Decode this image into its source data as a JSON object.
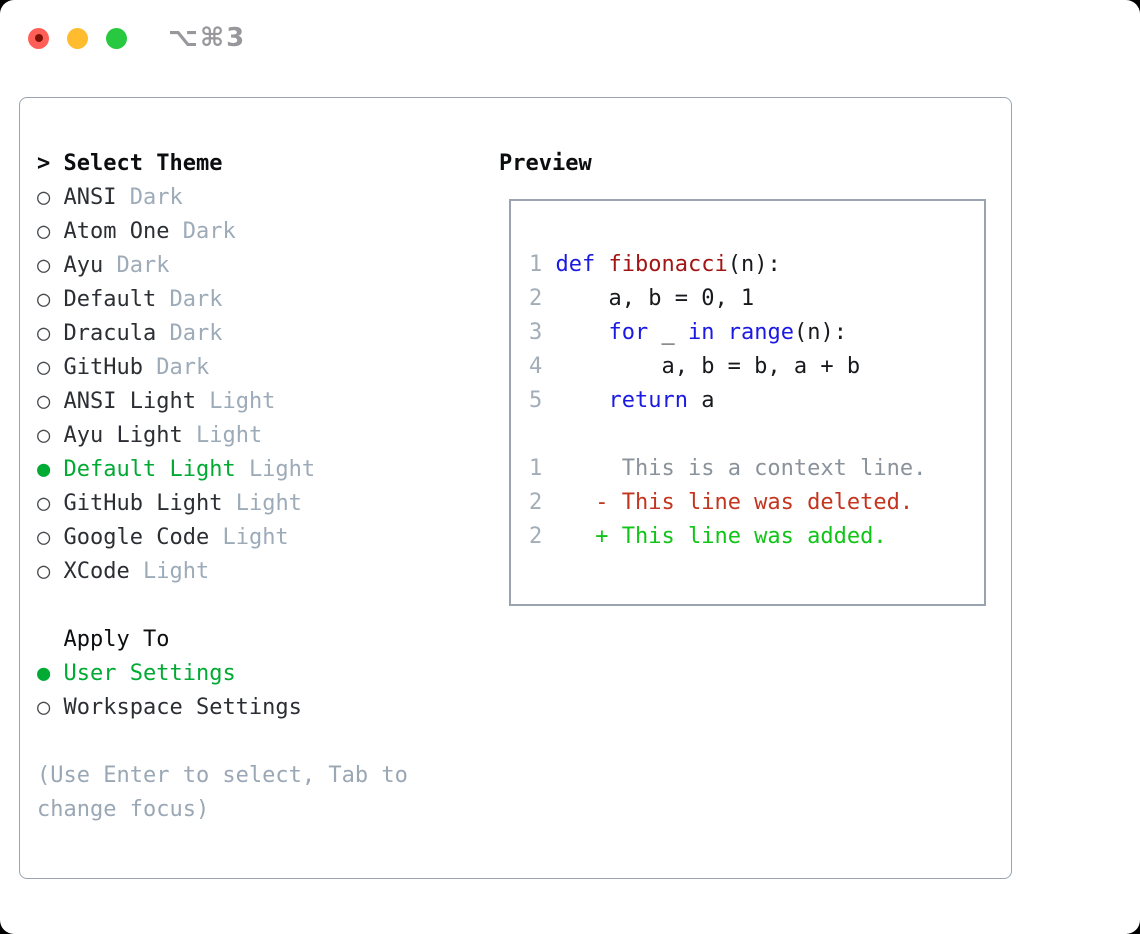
{
  "titlebar": {
    "title": "⌥⌘3"
  },
  "colors": {
    "accent_green": "#00aa33",
    "added_green": "#10c517",
    "deleted_red": "#c4351f",
    "keyword_blue": "#1b1ae3",
    "function_red": "#a31515",
    "plain_code": "#17191c",
    "gutter_gray": "#a2adb8",
    "context_gray": "#8a939b",
    "tag_gray": "#9dabb9",
    "hint_gray": "#9aa7b5",
    "name_dark": "#2b2e33",
    "marker_gray": "#45494e",
    "header_black": "#0b0d0f",
    "border_gray": "#9aa4b0",
    "titlebar_gray": "#97979c",
    "traffic_red": "#ff5f57",
    "traffic_yellow": "#febc2e",
    "traffic_green": "#28c840"
  },
  "picker": {
    "prompt": ">",
    "header": "Select Theme",
    "items": [
      {
        "marker": "○",
        "name": "ANSI",
        "tag": "Dark",
        "selected": false
      },
      {
        "marker": "○",
        "name": "Atom One",
        "tag": "Dark",
        "selected": false
      },
      {
        "marker": "○",
        "name": "Ayu",
        "tag": "Dark",
        "selected": false
      },
      {
        "marker": "○",
        "name": "Default",
        "tag": "Dark",
        "selected": false
      },
      {
        "marker": "○",
        "name": "Dracula",
        "tag": "Dark",
        "selected": false
      },
      {
        "marker": "○",
        "name": "GitHub",
        "tag": "Dark",
        "selected": false
      },
      {
        "marker": "○",
        "name": "ANSI Light",
        "tag": "Light",
        "selected": false
      },
      {
        "marker": "○",
        "name": "Ayu Light",
        "tag": "Light",
        "selected": false
      },
      {
        "marker": "●",
        "name": "Default Light",
        "tag": "Light",
        "selected": true
      },
      {
        "marker": "○",
        "name": "GitHub Light",
        "tag": "Light",
        "selected": false
      },
      {
        "marker": "○",
        "name": "Google Code",
        "tag": "Light",
        "selected": false
      },
      {
        "marker": "○",
        "name": "XCode",
        "tag": "Light",
        "selected": false
      }
    ],
    "apply_to": {
      "header": "Apply To",
      "options": [
        {
          "marker": "●",
          "name": "User Settings",
          "selected": true
        },
        {
          "marker": "○",
          "name": "Workspace Settings",
          "selected": false
        }
      ]
    },
    "hint_lines": [
      "(Use Enter to select, Tab to",
      "change focus)"
    ]
  },
  "preview": {
    "label": "Preview",
    "code_lines": [
      {
        "num": "1",
        "segments": [
          {
            "t": "def",
            "c": "keyword"
          },
          {
            "t": " ",
            "c": "plain"
          },
          {
            "t": "fibonacci",
            "c": "function"
          },
          {
            "t": "(n):",
            "c": "plain"
          }
        ]
      },
      {
        "num": "2",
        "segments": [
          {
            "t": "    a, b = 0, 1",
            "c": "plain"
          }
        ]
      },
      {
        "num": "3",
        "segments": [
          {
            "t": "    ",
            "c": "plain"
          },
          {
            "t": "for",
            "c": "keyword"
          },
          {
            "t": " _ ",
            "c": "plain"
          },
          {
            "t": "in",
            "c": "keyword"
          },
          {
            "t": " ",
            "c": "plain"
          },
          {
            "t": "range",
            "c": "keyword"
          },
          {
            "t": "(n):",
            "c": "plain"
          }
        ]
      },
      {
        "num": "4",
        "segments": [
          {
            "t": "        a, b = b, a + b",
            "c": "plain"
          }
        ]
      },
      {
        "num": "5",
        "segments": [
          {
            "t": "    ",
            "c": "plain"
          },
          {
            "t": "return",
            "c": "keyword"
          },
          {
            "t": " a",
            "c": "plain"
          }
        ]
      }
    ],
    "diff_lines": [
      {
        "num": "1",
        "marker": " ",
        "text": "This is a context line.",
        "kind": "context"
      },
      {
        "num": "2",
        "marker": "-",
        "text": "This line was deleted.",
        "kind": "deleted"
      },
      {
        "num": "2",
        "marker": "+",
        "text": "This line was added.",
        "kind": "added"
      }
    ]
  }
}
